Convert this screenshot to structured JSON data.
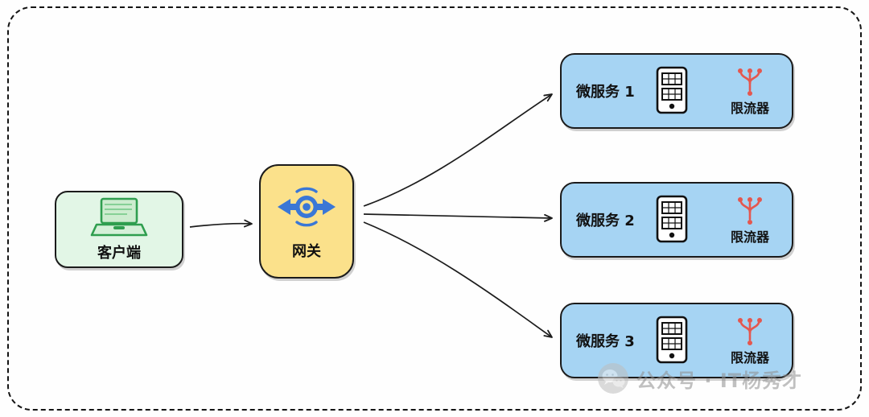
{
  "diagram": {
    "client": {
      "label": "客户端",
      "icon": "laptop-icon"
    },
    "gateway": {
      "label": "网关",
      "icon": "bidirectional-arrows-icon"
    },
    "services": [
      {
        "label": "微服务 1",
        "icon": "server-icon",
        "limiter": {
          "label": "限流器",
          "icon": "flow-branch-icon"
        }
      },
      {
        "label": "微服务 2",
        "icon": "server-icon",
        "limiter": {
          "label": "限流器",
          "icon": "flow-branch-icon"
        }
      },
      {
        "label": "微服务 3",
        "icon": "server-icon",
        "limiter": {
          "label": "限流器",
          "icon": "flow-branch-icon"
        }
      }
    ],
    "watermark": {
      "text": "公众号 · IT杨秀才",
      "icon": "wechat-icon"
    },
    "colors": {
      "client_bg": "#e2f6e6",
      "client_icon": "#2f9e4f",
      "gateway_bg": "#fbe18b",
      "gateway_icon": "#3a77d6",
      "service_bg": "#a6d4f3",
      "limiter_icon": "#e4574f",
      "outline": "#1b1b1b"
    }
  }
}
